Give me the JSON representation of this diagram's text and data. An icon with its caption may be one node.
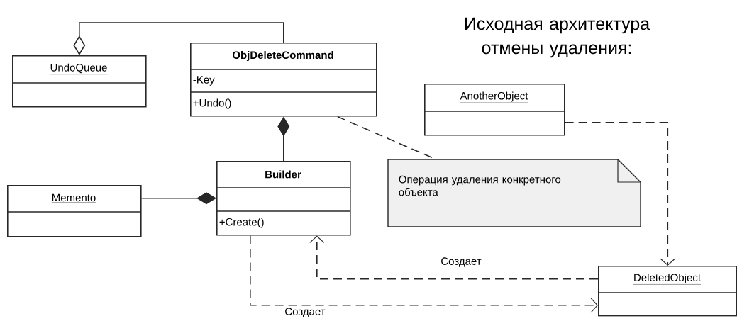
{
  "diagram": {
    "title": "Исходная архитектура отмены удаления:",
    "nodes": [
      {
        "text": [
          "UndoQueue"
        ]
      },
      {
        "text": [
          "ObjDeleteCommand",
          "-Key",
          "+Undo()"
        ]
      },
      {
        "text": [
          "AnotherObject"
        ]
      },
      {
        "text": [
          "Builder",
          "+Create()"
        ]
      },
      {
        "text": [
          "Memento"
        ]
      },
      {
        "text": [
          "Операция удаления конкретного объекта"
        ]
      },
      {
        "text": [
          "DeletedObject"
        ]
      }
    ],
    "edges": [
      {
        "from": 1,
        "to": 0,
        "arrow": "other"
      },
      {
        "from": 3,
        "to": 1,
        "arrow": "other"
      },
      {
        "from": 4,
        "to": 3,
        "arrow": "other"
      },
      {
        "from": 1,
        "to": 5,
        "arrow": "none",
        "style": "dashed"
      },
      {
        "from": 2,
        "to": 6,
        "arrow": "to",
        "style": "dashed"
      },
      {
        "from": 6,
        "to": 3,
        "arrow": "to",
        "style": "dashed",
        "label": "Создает"
      },
      {
        "from": 3,
        "to": 6,
        "arrow": "to",
        "style": "dashed",
        "label": "Создает"
      }
    ]
  }
}
